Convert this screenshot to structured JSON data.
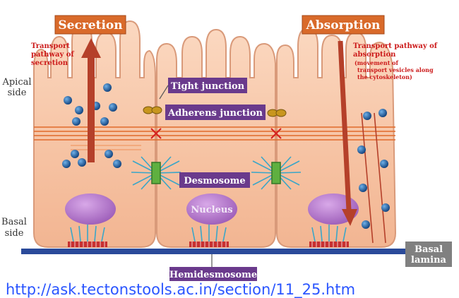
{
  "header": {
    "secretion": "Secretion",
    "absorption": "Absorption"
  },
  "sides": {
    "apical_line1": "Apical",
    "apical_line2": "side",
    "basal_line1": "Basal",
    "basal_line2": "side"
  },
  "annotations": {
    "secretion_path_1": "Transport",
    "secretion_path_2": "pathway of",
    "secretion_path_3": "secretion",
    "absorption_path_1": "Transport pathway of",
    "absorption_path_2": "absorption",
    "absorption_path_3": "(movement of",
    "absorption_path_4": "transport vesicles along",
    "absorption_path_5": "the cytoskeleton)"
  },
  "labels": {
    "tight_junction": "Tight junction",
    "adherens_junction": "Adherens junction",
    "desmosome": "Desmosome",
    "nucleus": "Nucleus",
    "hemidesmosome": "Hemidesmosome",
    "basal_lamina_1": "Basal",
    "basal_lamina_2": "lamina"
  },
  "footer": {
    "url_fragment": "http://ask.tectonstools.ac.in/section/11_25.htm"
  },
  "colors": {
    "cell_fill": "#f7c9aa",
    "cell_stroke": "#d99a7a",
    "header_box": "#d96a2a",
    "label_box": "#6a3a8c",
    "grey_box": "#808080",
    "arrow": "#b5402a",
    "red_text": "#cc1a1a",
    "lamina": "#2a4a9a",
    "vesicle": "#1f5e9c",
    "nucleus": "#b27ac8"
  }
}
